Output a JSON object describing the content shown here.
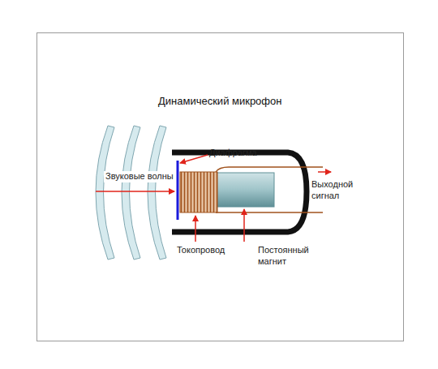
{
  "diagram": {
    "title": "Динамический микрофон",
    "labels": [
      "Диафрагма",
      "Звуковые волны",
      "Выходной сигнал",
      "Токопровод",
      "Постоянный магнит"
    ]
  }
}
